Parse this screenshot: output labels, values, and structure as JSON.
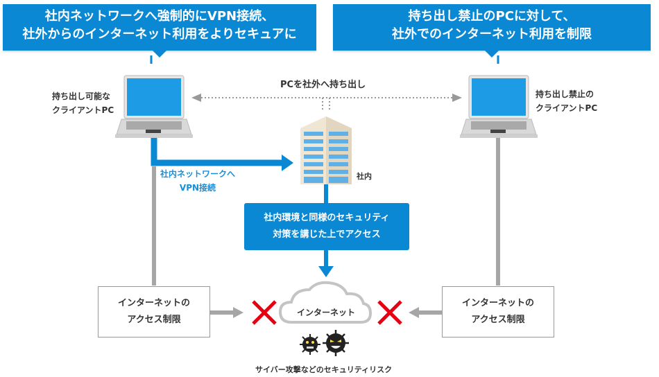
{
  "banners": {
    "left": {
      "lines": [
        "社内ネットワークへ強制的にVPN接続、",
        "社外からのインターネット利用をよりセキュアに"
      ]
    },
    "right": {
      "lines": [
        "持ち出し禁止のPCに対して、",
        "社外でのインターネット利用を制限"
      ]
    }
  },
  "clients": {
    "left": {
      "lines": [
        "持ち出し可能な",
        "クライアントPC"
      ],
      "icon": "laptop-icon"
    },
    "right": {
      "lines": [
        "持ち出し禁止の",
        "クライアントPC"
      ],
      "icon": "laptop-icon"
    }
  },
  "takeout_label": "PCを社外へ持ち出し",
  "office": {
    "label": "社内",
    "icon": "office-building-icon"
  },
  "vpn_label": {
    "lines": [
      "社内ネットワークへ",
      "VPN接続"
    ]
  },
  "center_box": {
    "lines": [
      "社内環境と同様のセキュリティ",
      "対策を講じた上でアクセス"
    ]
  },
  "restrict_boxes": {
    "left": {
      "lines": [
        "インターネットの",
        "アクセス制限"
      ]
    },
    "right": {
      "lines": [
        "インターネットの",
        "アクセス制限"
      ]
    }
  },
  "internet": {
    "label": "インターネット",
    "icon": "cloud-icon"
  },
  "blocked_icon": "red-x-icon",
  "risk": {
    "label": "サイバー攻撃などのセキュリティリスク",
    "icon": "virus-icon"
  },
  "colors": {
    "brand_blue": "#0a88d4",
    "label_blue": "#1a8fd9",
    "line_gray": "#a6a6a6",
    "block_red": "#e60012"
  }
}
